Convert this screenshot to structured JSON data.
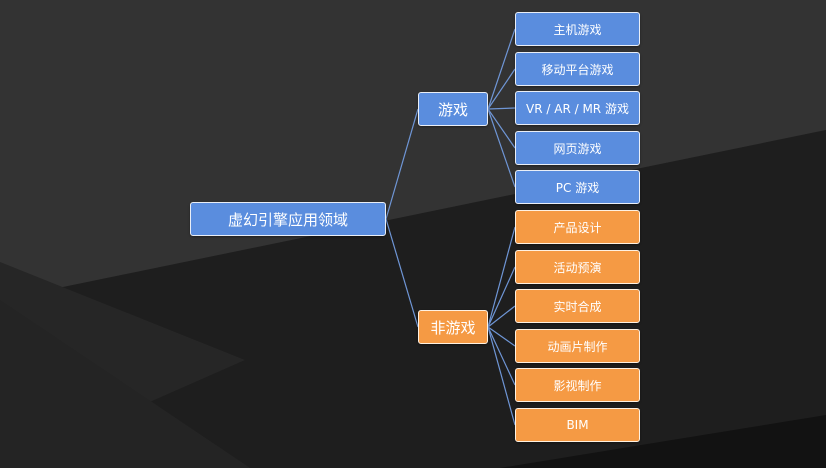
{
  "colors": {
    "background_dark": "#1f1f1f",
    "background_mid": "#2b2b2b",
    "background_light": "#3a3a3a",
    "node_blue": "#5a8dde",
    "node_orange": "#f59a44",
    "connector": "#6f96d6"
  },
  "diagram": {
    "root": {
      "label": "虚幻引擎应用领域"
    },
    "branches": [
      {
        "label": "游戏",
        "color": "blue",
        "children": [
          {
            "label": "主机游戏"
          },
          {
            "label": "移动平台游戏"
          },
          {
            "label": "VR / AR  / MR 游戏"
          },
          {
            "label": "网页游戏"
          },
          {
            "label": "PC 游戏"
          }
        ]
      },
      {
        "label": "非游戏",
        "color": "orange",
        "children": [
          {
            "label": "产品设计"
          },
          {
            "label": "活动预演"
          },
          {
            "label": "实时合成"
          },
          {
            "label": "动画片制作"
          },
          {
            "label": "影视制作"
          },
          {
            "label": "BIM"
          }
        ]
      }
    ]
  }
}
